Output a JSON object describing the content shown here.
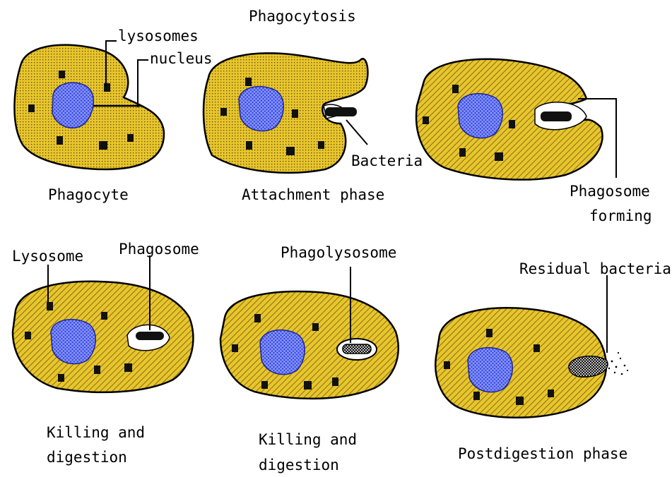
{
  "title": "Phagocytosis",
  "colors": {
    "cytoplasm": "#e8c52c",
    "nucleus": "#3f4fe0",
    "granule": "#111111",
    "outline": "#000000"
  },
  "labels": {
    "lysosomes": "lysosomes",
    "nucleus": "nucleus",
    "bacteria": "Bacteria",
    "phagosome_forming_1": "Phagosome",
    "phagosome_forming_2": "forming",
    "lysosome": "Lysosome",
    "phagosome": "Phagosome",
    "phagolysosome": "Phagolysosome",
    "residual_bacteria": "Residual bacteria"
  },
  "stages": {
    "phagocyte": "Phagocyte",
    "attachment": "Attachment phase",
    "killing1_line1": "Killing and",
    "killing1_line2": "digestion",
    "killing2_line1": "Killing and",
    "killing2_line2": "digestion",
    "postdigestion": "Postdigestion phase"
  }
}
